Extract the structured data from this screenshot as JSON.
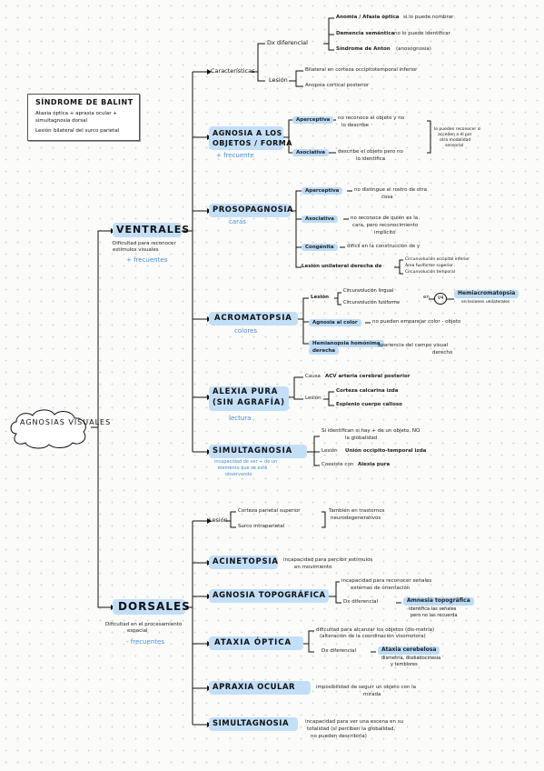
{
  "balint": {
    "title": "SÍNDROME DE BALINT",
    "line1": "Ataxia óptica + apraxia ocular +",
    "line2": "simultagnosia dorsal",
    "line3a": "Lesión",
    "line3b": "bilateral del surco parietal"
  },
  "root": "AGNOSIAS VISUALES",
  "ventrales": {
    "title": "VENTRALES",
    "desc1": "Dificultad para reconocer",
    "desc2": "estímulos visuales",
    "freq": "+ frecuentes",
    "caracteristicas": "Características",
    "dx_diferencial": "Dx diferencial",
    "anomia": "Anomia / Afasia óptica",
    "anomia_note": "si lo puede nombrar",
    "demencia": "Demencia semántica",
    "demencia_note": "no lo puede identificar",
    "anton": "Síndrome de Anton",
    "anton_note": "(anosognosia)",
    "lesion": "Lesión",
    "lesion1": "Bilateral en corteza occipitotemporal inferior",
    "lesion2": "Anopsia cortical posterior",
    "agnosia_objetos": {
      "title1": "AGNOSIA A LOS",
      "title2": "OBJETOS / FORMA",
      "freq": "+ frecuente",
      "aperceptiva": "Aperceptiva",
      "aperceptiva_desc1": "no reconoce el objeto y no",
      "aperceptiva_desc2": "lo describe",
      "asociativa": "Asociativa",
      "asociativa_desc1": "describe el objeto pero no",
      "asociativa_desc2": "lo identifica",
      "note1": "lo pueden reconocer si",
      "note2": "acceden a él por",
      "note3": "otra modalidad",
      "note4": "sensorial"
    },
    "prosopagnosia": {
      "title": "PROSOPAGNOSIA",
      "sub": "caras",
      "aperceptiva": "Aperceptiva",
      "aperceptiva_desc1": "no distingue el rostro de otra",
      "aperceptiva_desc2": "cosa",
      "asociativa": "Asociativa",
      "asociativa_desc1": "no reconoce de quién es la",
      "asociativa_desc2": "cara, pero reconocimiento",
      "asociativa_desc3": "implícito",
      "congenita": "Congénita",
      "congenita_desc": "difícil en la construcción de y",
      "lesion": "Lesión unilateral derecha de",
      "l1": "Circunvolución occipital inferior",
      "l2": "Área fusiforme superior",
      "l3": "Circunvolución temporal"
    },
    "acromatopsia": {
      "title": "ACROMATOPSIA",
      "sub": "colores",
      "lesion": "Lesión",
      "l1": "Circunvolución lingual",
      "l2": "Circunvolución fusiforme",
      "en": "en",
      "v4": "V4",
      "hemi": "Hemiacromatopsia",
      "hemi_note": "en lesiones unilaterales",
      "agnosia_color": "Agnosia al color",
      "agnosia_color_desc": "no pueden emparejar color - objeto",
      "hemianopsia1": "Hemianopsia homónima",
      "hemianopsia2": "derecha",
      "hemi_desc1": "apariencia del campo visual",
      "hemi_desc2": "derecho"
    },
    "alexia": {
      "title1": "ALEXIA PURA",
      "title2": "(SIN AGRAFÍA)",
      "sub": "lectura",
      "causa": "Causa",
      "causa_desc": "ACV arteria cerebral posterior",
      "lesion": "Lesión",
      "l1": "Corteza calcarina izda",
      "l2": "Esplenio cuerpo calloso"
    },
    "simultagnosia": {
      "title": "SIMULTAGNOSIA",
      "desc1": "incapacidad de ver + de un",
      "desc2": "elemento que se está",
      "desc3": "observando",
      "d1a": "Si identifican si hay + de un objeto, NO",
      "d1b": "la globalidad",
      "d2": "Lesión",
      "d2b": "Unión occipito-temporal izda",
      "d3": "Coexiste con",
      "d3b": "Alexia pura"
    }
  },
  "dorsales": {
    "title": "DORSALES",
    "desc1": "Dificultad en el procesamiento",
    "desc2": "espacial",
    "freq": "- frecuentes",
    "lesion": "Lesión",
    "lesion1": "Corteza parietal superior",
    "lesion2": "Surco intraparietal",
    "lesion_note1": "También en trastornos",
    "lesion_note2": "neurodegenerativos",
    "acinetopsia": {
      "title": "ACINETOPSIA",
      "desc1": "incapacidad para percibir estímulos",
      "desc2": "en movimiento"
    },
    "topografica": {
      "title": "AGNOSIA TOPOGRÁFICA",
      "desc1": "incapacidad para reconocer señales",
      "desc2": "externas de orientación",
      "dx": "Dx diferencial",
      "amnesia": "Amnesia topográfica",
      "amnesia_desc1": "identifica las señales",
      "amnesia_desc2": "pero no las recuerda"
    },
    "ataxia": {
      "title": "ATAXIA ÓPTICA",
      "desc1": "dificultad para alcanzar los objetos (dis-metría)",
      "desc2": "(alteración de la coordinación visomotora)",
      "dx": "Dx diferencial",
      "dx_val": "Ataxia cerebelosa",
      "dx_val_desc1": "dismetría, disdiadocinesia",
      "dx_val_desc2": "y temblores"
    },
    "apraxia": {
      "title": "APRAXIA OCULAR",
      "desc1": "imposibilidad de seguir un objeto con la",
      "desc2": "mirada"
    },
    "simultagnosia": {
      "title": "SIMULTAGNOSIA",
      "desc1": "incapacidad para ver una escena en su",
      "desc2": "totalidad (si perciben la globalidad,",
      "desc3": "no pueden describirla)"
    }
  }
}
